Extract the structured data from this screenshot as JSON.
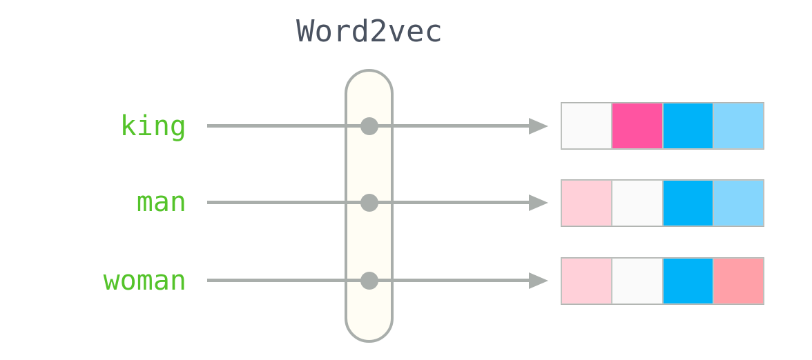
{
  "title": "Word2vec",
  "colors": {
    "label_green": "#54c32a",
    "title_slate": "#4a5260",
    "arrow_gray": "#a9aeab",
    "pill_fill": "#fffdf4",
    "pill_border": "#a9aeab",
    "cell_hot_pink": "#ff54a1",
    "cell_cyan_blue": "#00b3f9",
    "cell_light_blue": "#85d6fd",
    "cell_light_pink": "#ffd0d9",
    "cell_salmon": "#ffa0a8",
    "cell_white": "#fafafa"
  },
  "words": [
    {
      "label": "king",
      "vector": [
        "#fafafa",
        "#ff54a1",
        "#00b3f9",
        "#85d6fd"
      ]
    },
    {
      "label": "man",
      "vector": [
        "#ffd0d9",
        "#fafafa",
        "#00b3f9",
        "#85d6fd"
      ]
    },
    {
      "label": "woman",
      "vector": [
        "#ffd0d9",
        "#fafafa",
        "#00b3f9",
        "#ffa0a8"
      ]
    }
  ]
}
